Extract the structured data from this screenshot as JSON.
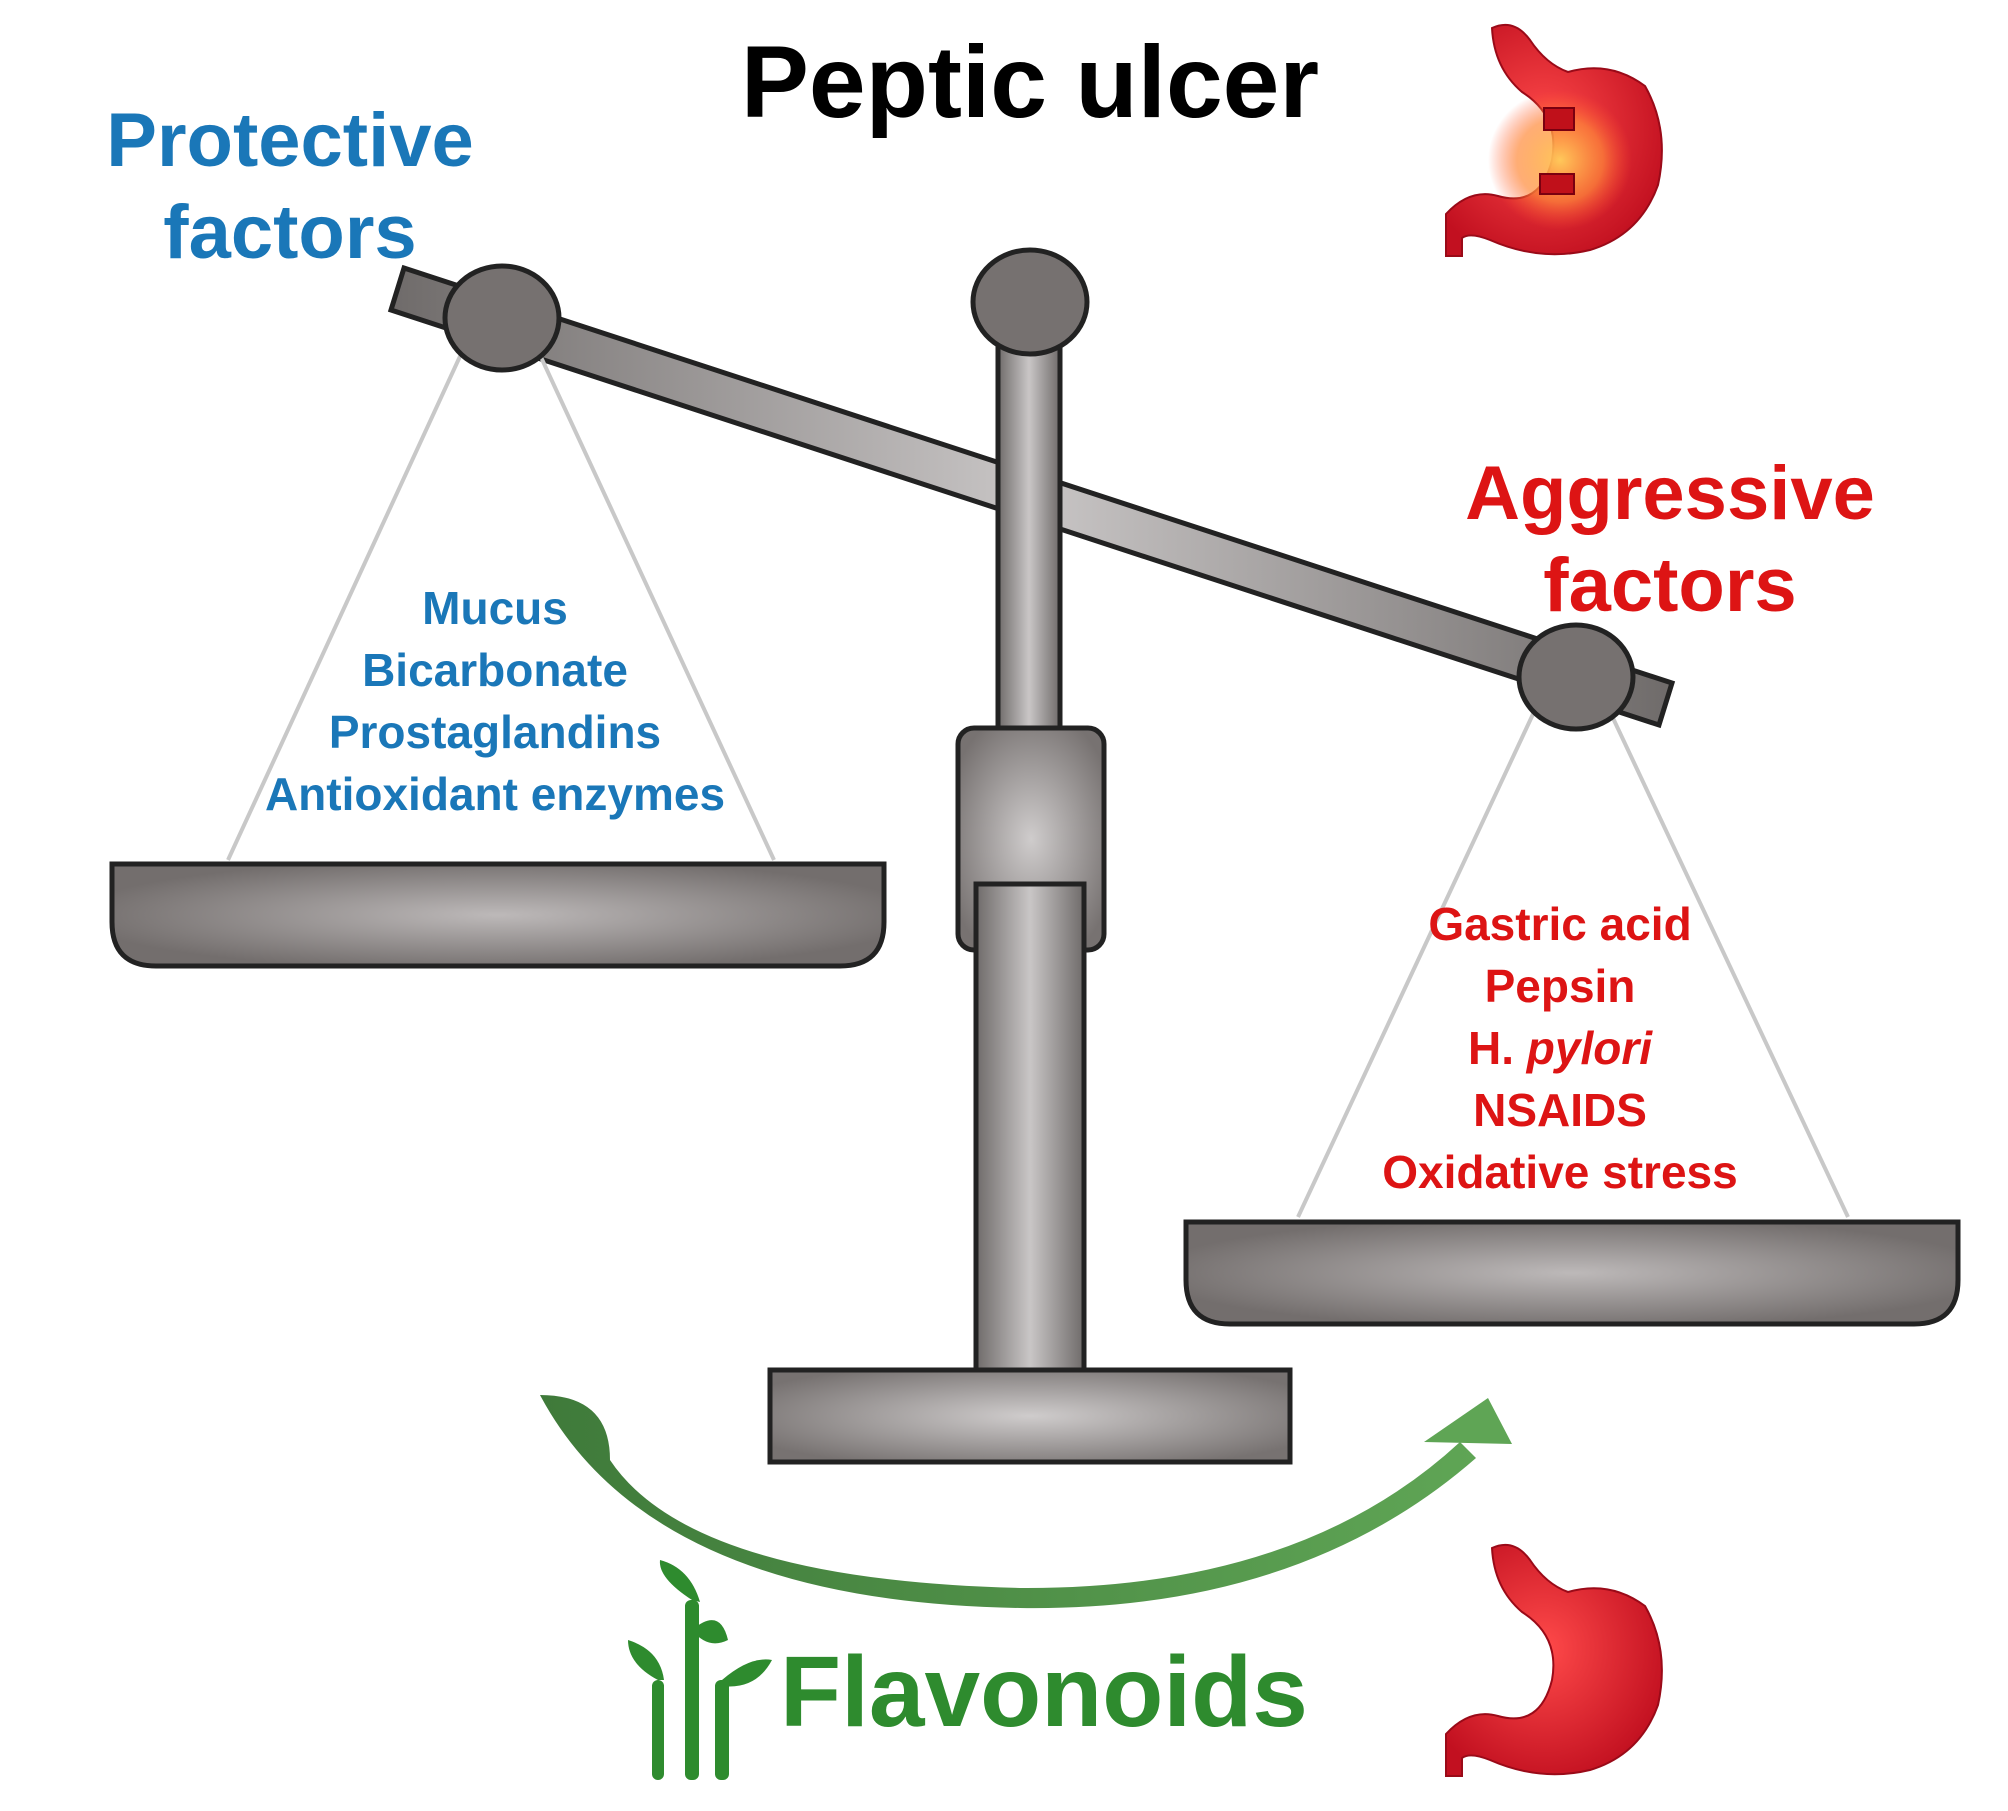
{
  "title": "Peptic ulcer",
  "protective": {
    "heading_line1": "Protective",
    "heading_line2": "factors",
    "items": [
      "Mucus",
      "Bicarbonate",
      "Prostaglandins",
      "Antioxidant enzymes"
    ]
  },
  "aggressive": {
    "heading_line1": "Aggressive",
    "heading_line2": "factors",
    "items": [
      {
        "pre": "Gastric acid",
        "italic": ""
      },
      {
        "pre": "Pepsin",
        "italic": ""
      },
      {
        "pre": "H. ",
        "italic": "pylori"
      },
      {
        "pre": "NSAIDS",
        "italic": ""
      },
      {
        "pre": "Oxidative stress",
        "italic": ""
      }
    ]
  },
  "treatment": "Flavonoids",
  "icons": {
    "ulcer_stomach": "inflamed-stomach-icon",
    "healthy_stomach": "healthy-stomach-icon",
    "plant": "sprout-icon",
    "arrow": "curved-arrow"
  },
  "colors": {
    "protective": "#1a77b8",
    "aggressive": "#dd1414",
    "flavonoids": "#2e8b2e",
    "title": "#000000",
    "scale_metal": "#8a8584"
  }
}
